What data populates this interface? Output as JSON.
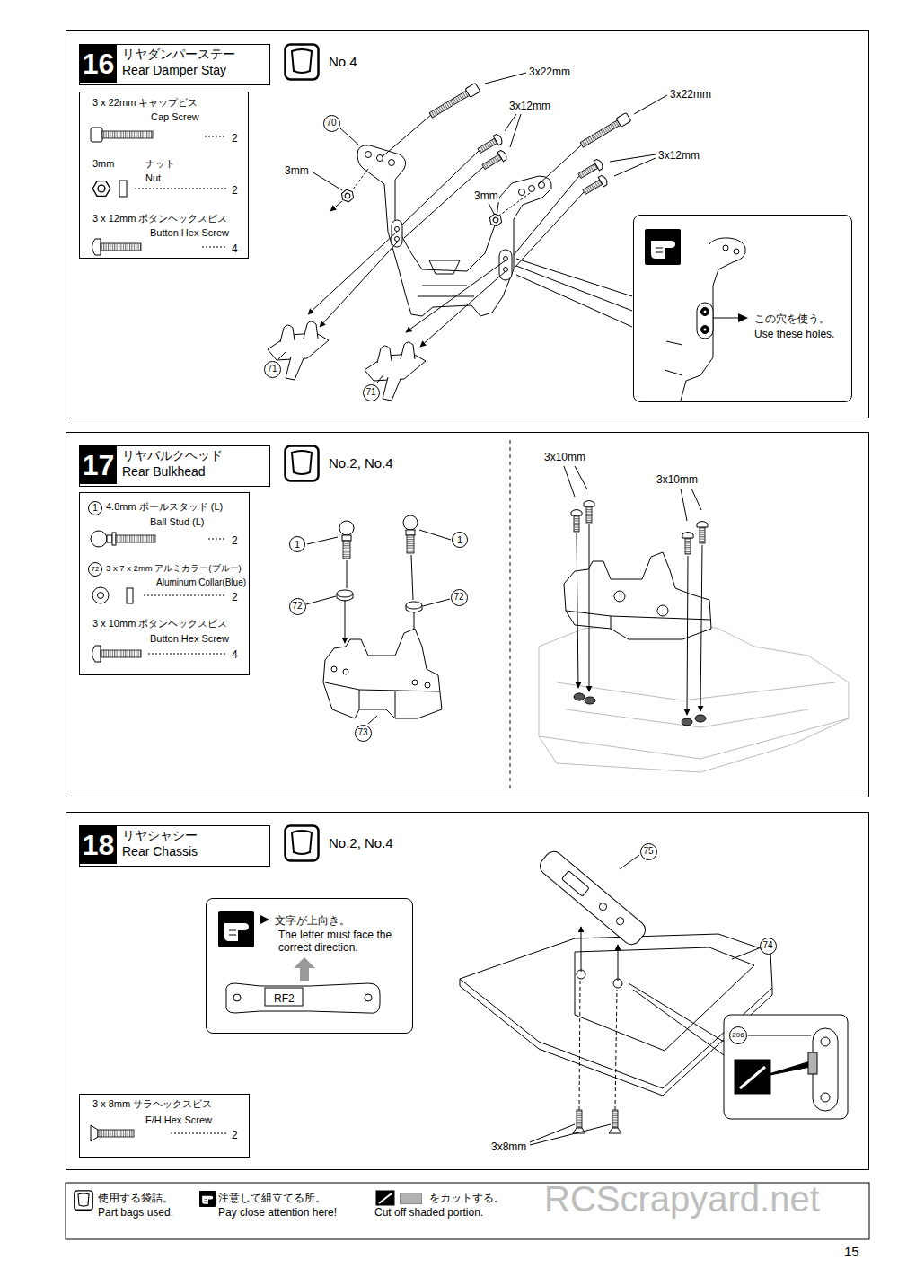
{
  "diagram": {
    "nodes": [
      {
        "text": [
          "No.4"
        ]
      },
      {
        "text": [
          "16",
          "リヤダンパーステー",
          "Rear Damper Stay"
        ],
        "in": 0
      },
      {
        "text": [
          "3 x 22mm キャップビス",
          "Cap Screw",
          "2",
          "3mm",
          "ナット",
          "Nut",
          "2",
          "3 x 12mm ボタンヘックスビス",
          "Button Hex Screw",
          "4"
        ],
        "in": 0
      },
      {
        "text": [
          "この穴を使う。",
          "Use these holes."
        ],
        "in": 0
      },
      {
        "text": [
          "No.2, No.4"
        ]
      },
      {
        "text": [
          "17",
          "リヤバルクヘッド",
          "Rear Bulkhead"
        ],
        "in": 4
      },
      {
        "text": [
          "1",
          "4.8mm ボールスタッド (L)",
          "Ball Stud (L)",
          "2",
          "72",
          "3 x 7 x 2mm アルミカラー(ブルー)",
          "Aluminum Collar(Blue)",
          "2",
          "3 x 10mm ボタンヘックスビス",
          "Button Hex Screw",
          "4"
        ],
        "in": 4
      },
      {
        "text": [
          "No.2, No.4"
        ]
      },
      {
        "text": [
          "18",
          "リヤシャシー",
          "Rear Chassis"
        ],
        "in": 7
      },
      {
        "text": [
          "文字が上向き。",
          "The letter must face the correct direction.",
          "RF2"
        ],
        "in": 7
      },
      {
        "text": [
          "3 x 8mm サラヘックスビス",
          "F/H Hex Screw",
          "2"
        ],
        "in": 7
      }
    ],
    "labels": [
      "3x22mm",
      "3x12mm",
      "3x22mm",
      "3x12mm",
      "3mm",
      "3mm",
      "70",
      "71",
      "71",
      "3x10mm",
      "3x10mm",
      "1",
      "1",
      "72",
      "72",
      "73",
      "75",
      "74",
      "206",
      "3x8mm",
      "RCScrapyard.net",
      "15"
    ],
    "legend": [
      {
        "text": "使用する袋詰。 Part bags used."
      },
      {
        "text": "注意して組立てる所。 Pay close attention here!"
      },
      {
        "text": "をカットする。 Cut off shaded portion.",
        "color": "#b3b3b3"
      }
    ]
  }
}
